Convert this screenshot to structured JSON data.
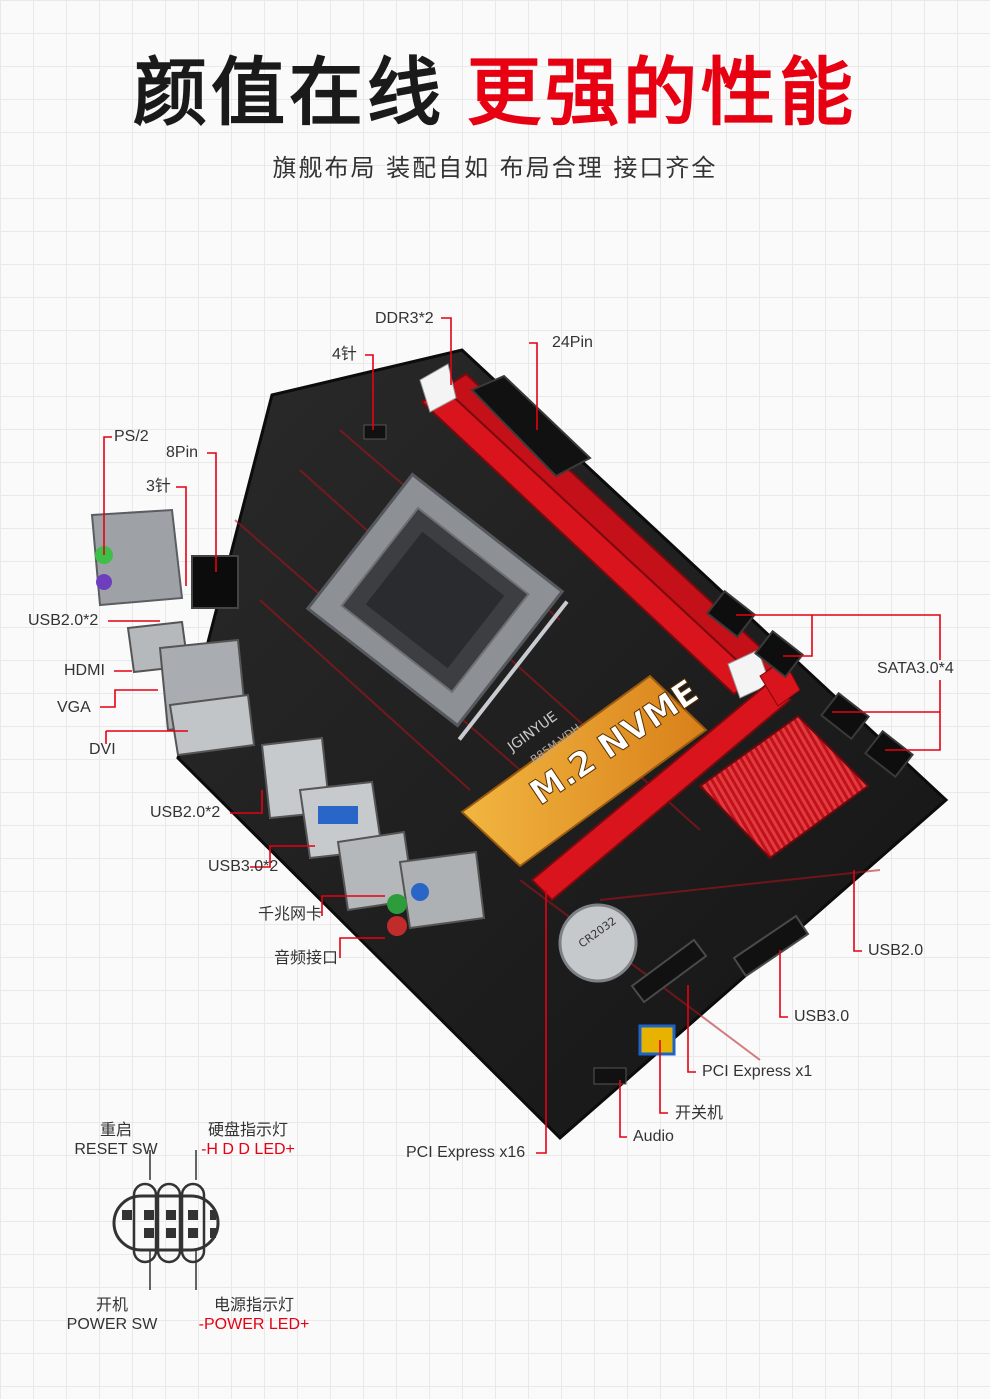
{
  "headline": {
    "part1": "颜值在线",
    "part2": "更强的性能"
  },
  "subtitle": "旗舰布局 装配自如 布局合理 接口齐全",
  "board": {
    "brand": "JGINYUE",
    "model": "B85M-VDH",
    "m2_banner": "M.2 NVME",
    "battery": "CR2032"
  },
  "callouts": {
    "ddr3": "DDR3*2",
    "pin24": "24Pin",
    "pin4": "4针",
    "ps2": "PS/2",
    "pin8": "8Pin",
    "pin3": "3针",
    "usb20_rear": "USB2.0*2",
    "hdmi": "HDMI",
    "vga": "VGA",
    "dvi": "DVI",
    "usb20_rear2": "USB2.0*2",
    "usb30_rear": "USB3.0*2",
    "lan": "千兆网卡",
    "audio_port": "音频接口",
    "sata": "SATA3.0*4",
    "usb20_header": "USB2.0",
    "usb30_header": "USB3.0",
    "pcie_x1": "PCI Express x1",
    "power_header": "开关机",
    "audio_header": "Audio",
    "pcie_x16": "PCI Express x16"
  },
  "front_panel": {
    "reset_cn": "重启",
    "reset_en": "RESET SW",
    "hdd_cn": "硬盘指示灯",
    "hdd_en": "-H D D LED+",
    "power_cn": "开机",
    "power_en": "POWER SW",
    "pled_cn": "电源指示灯",
    "pled_en": "-POWER LED+"
  },
  "colors": {
    "accent": "#e60012",
    "board": "#1c1c1c",
    "slot_red": "#d9141c",
    "m2_orange": "#e89a1a"
  }
}
